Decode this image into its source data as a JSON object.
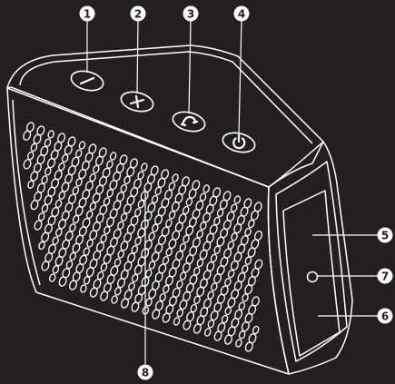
{
  "colors": {
    "background": "#231f20",
    "line": "#ffffff",
    "callout_fill": "#ffffff"
  },
  "buttons": [
    {
      "callout": "1",
      "icon": "minus-icon"
    },
    {
      "callout": "2",
      "icon": "plus-icon"
    },
    {
      "callout": "3",
      "icon": "phone-icon"
    },
    {
      "callout": "4",
      "icon": "power-icon"
    }
  ],
  "side_callouts": [
    {
      "callout": "5"
    },
    {
      "callout": "7"
    },
    {
      "callout": "6"
    }
  ],
  "grille_callout": {
    "callout": "8"
  }
}
